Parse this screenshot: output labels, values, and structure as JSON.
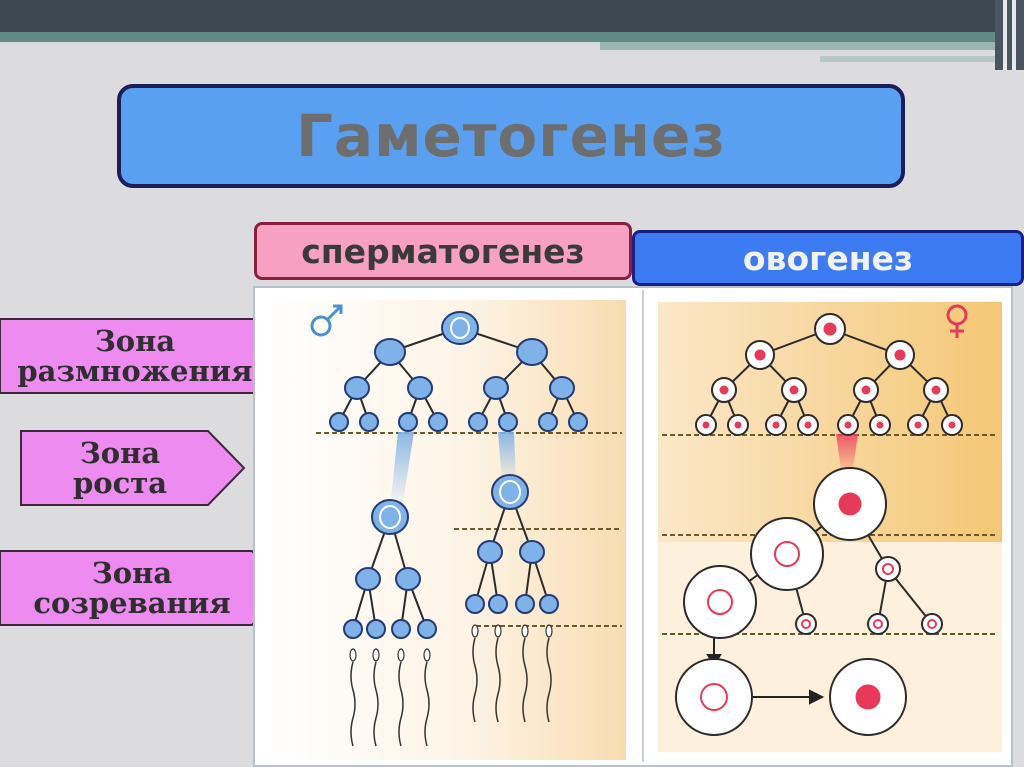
{
  "title": "Гаметогенез",
  "headers": {
    "spermatogenesis": "сперматогенез",
    "oogenesis": "овогенез"
  },
  "zones": [
    {
      "line1": "Зона",
      "line2": "размножения"
    },
    {
      "line1": "Зона",
      "line2": "роста"
    },
    {
      "line1": "Зона",
      "line2": "созревания"
    }
  ],
  "symbols": {
    "male": "♂",
    "female": "♀"
  },
  "colors": {
    "title_fill": "#5aa0f0",
    "sperm_header_fill": "#f7a0c2",
    "ovo_header_fill": "#3c7bf2",
    "zone_fill": "#ee8bf0",
    "sperm_cell": "#7fb2e8",
    "egg_nucleus": "#e8395a"
  }
}
